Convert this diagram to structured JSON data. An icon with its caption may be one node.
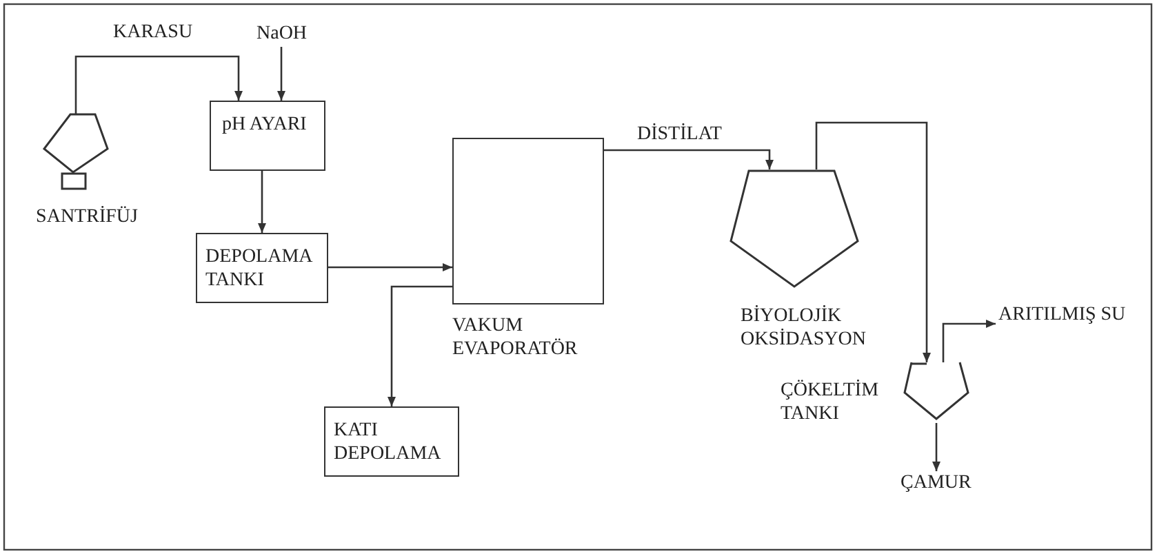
{
  "diagram": {
    "nodes": [
      {
        "text": [
          "SANTRİFÜJ"
        ]
      },
      {
        "text": [
          "pH AYARI"
        ]
      },
      {
        "text": [
          "NaOH"
        ]
      },
      {
        "text": [
          "DEPOLAMA TANKI"
        ]
      },
      {
        "text": [
          "VAKUM EVAPORATÖR"
        ]
      },
      {
        "text": [
          "KATI DEPOLAMA"
        ]
      },
      {
        "text": [
          "BİYOLOJİK OKSİDASYON"
        ]
      },
      {
        "text": [
          "ÇÖKELTİM TANKI"
        ]
      },
      {
        "text": [
          "ARITILMIŞ SU"
        ]
      },
      {
        "text": [
          "ÇAMUR"
        ]
      }
    ],
    "edges": [
      {
        "from": 0,
        "to": 1,
        "arrow": "to",
        "label": "KARASU"
      },
      {
        "from": 2,
        "to": 1,
        "arrow": "to"
      },
      {
        "from": 1,
        "to": 3,
        "arrow": "to"
      },
      {
        "from": 3,
        "to": 4,
        "arrow": "to"
      },
      {
        "from": 4,
        "to": 5,
        "arrow": "to"
      },
      {
        "from": 4,
        "to": 6,
        "arrow": "to",
        "label": "DİSTİLAT"
      },
      {
        "from": 6,
        "to": 7,
        "arrow": "to"
      },
      {
        "from": 7,
        "to": 8,
        "arrow": "to"
      },
      {
        "from": 7,
        "to": 9,
        "arrow": "to"
      }
    ]
  }
}
